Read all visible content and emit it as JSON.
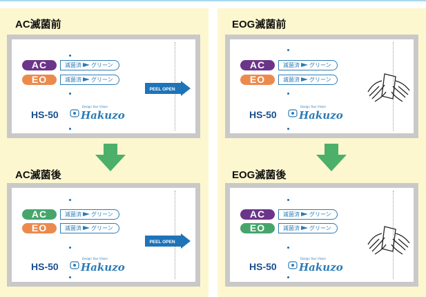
{
  "sections": [
    {
      "title": "AC滅菌前",
      "ac_color": "#6b3589",
      "eo_color": "#ec8a4e",
      "peel": true
    },
    {
      "title": "AC滅菌後",
      "ac_color": "#47a56c",
      "eo_color": "#ec8a4e",
      "peel": true
    },
    {
      "title": "EOG滅菌前",
      "ac_color": "#6b3589",
      "eo_color": "#ec8a4e",
      "peel": false
    },
    {
      "title": "EOG滅菌後",
      "ac_color": "#6b3589",
      "eo_color": "#47a56c",
      "peel": false
    }
  ],
  "indicator": {
    "ac_text": "AC",
    "eo_text": "EO",
    "label_left": "滅菌済",
    "label_right": "グリーン"
  },
  "product": {
    "model": "HS-50",
    "brand": "Hakuzo",
    "tagline": "Design Your Vision",
    "company": "HAKUZO"
  },
  "peel_label": "PEEL OPEN",
  "colors": {
    "panel_bg": "#fdf7cf",
    "arrow_green": "#4caf6a",
    "peel_blue": "#1f74b8",
    "brand_blue": "#2a7bb5"
  },
  "icons": {
    "down_arrow": "down-arrow-icon",
    "peel_arrow": "right-arrow-icon",
    "hands": "hands-peeling-icon"
  }
}
